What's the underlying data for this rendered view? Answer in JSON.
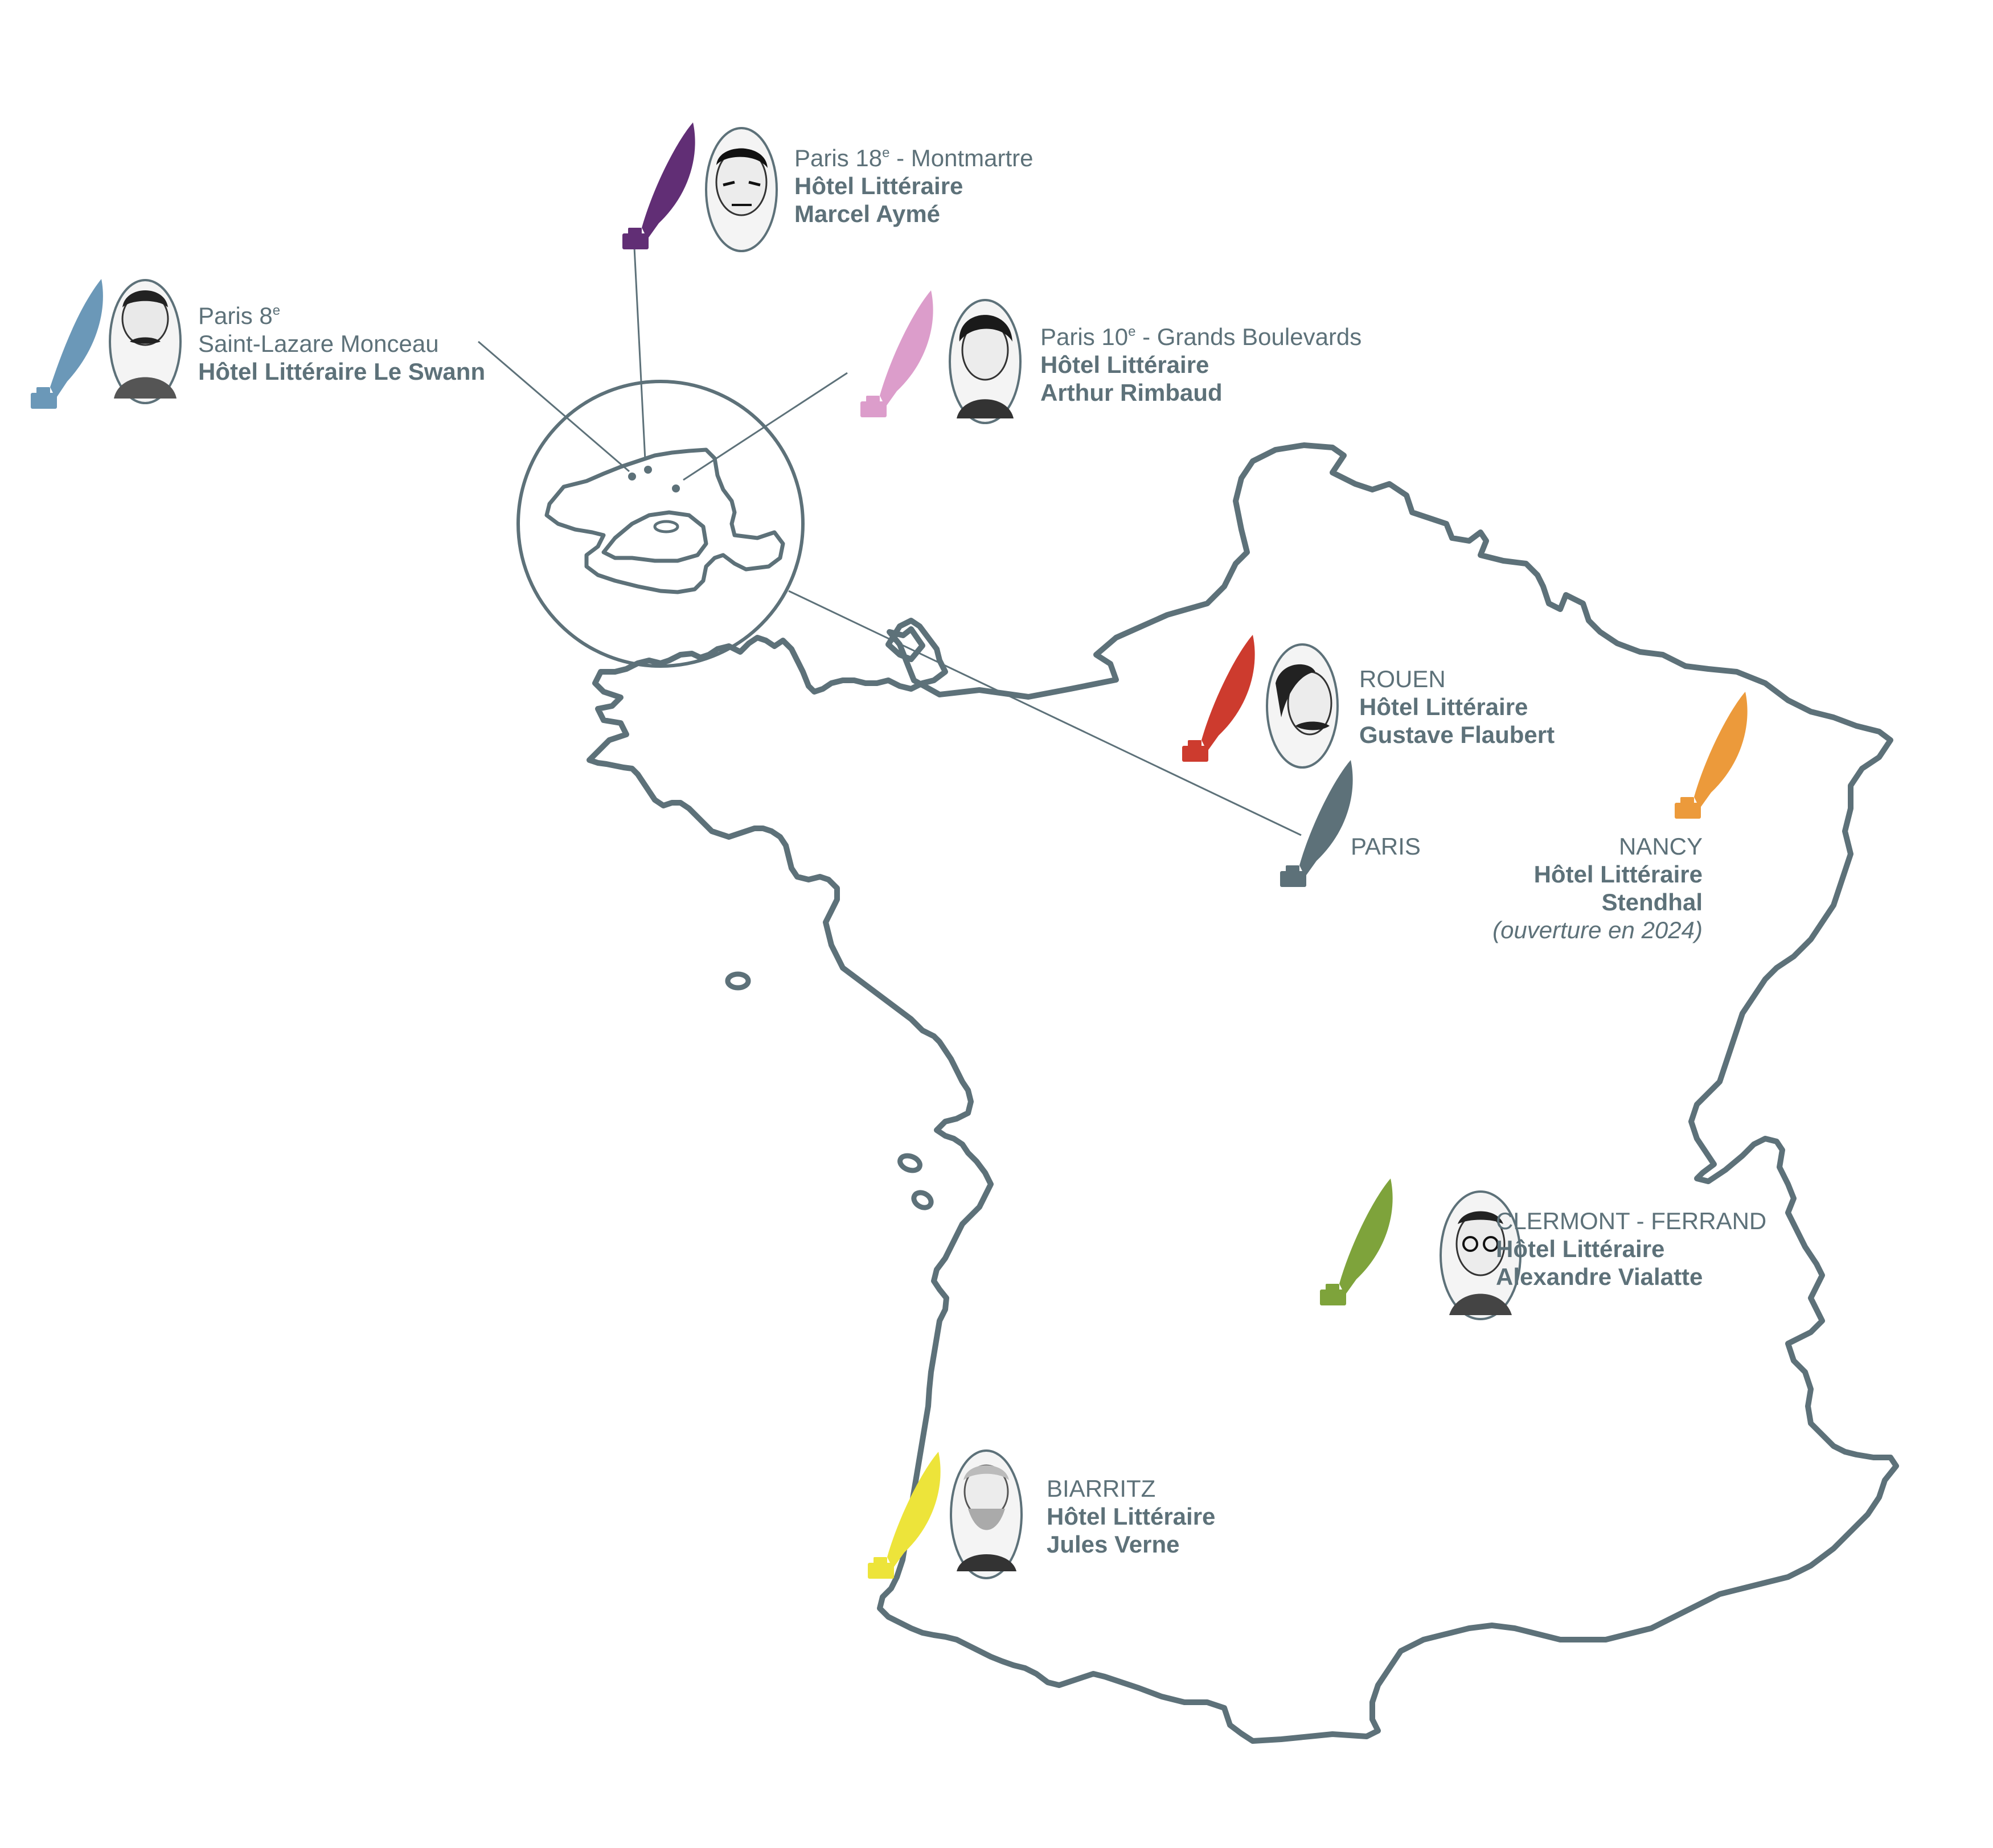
{
  "map": {
    "outline_color": "#5d7179",
    "locations": [
      {
        "id": "paris-8",
        "feather_color": "#6b98b8",
        "has_portrait": true,
        "lines": [
          "Paris 8",
          "Saint-Lazare Monceau",
          "Hôtel Littéraire Le Swann"
        ],
        "sup": "e"
      },
      {
        "id": "paris-18",
        "feather_color": "#612e75",
        "has_portrait": true,
        "lines": [
          "Paris 18",
          " - Montmartre",
          "Hôtel Littéraire",
          "Marcel Aymé"
        ],
        "sup": "e"
      },
      {
        "id": "paris-10",
        "feather_color": "#dc9dcb",
        "has_portrait": true,
        "lines": [
          "Paris 10",
          " - Grands Boulevards",
          "Hôtel Littéraire",
          "Arthur Rimbaud"
        ],
        "sup": "e"
      },
      {
        "id": "rouen",
        "feather_color": "#cd3b2e",
        "has_portrait": true,
        "lines": [
          "ROUEN",
          "Hôtel Littéraire",
          "Gustave Flaubert"
        ]
      },
      {
        "id": "paris",
        "feather_color": "#5d7179",
        "has_portrait": false,
        "lines": [
          "PARIS"
        ]
      },
      {
        "id": "nancy",
        "feather_color": "#ec9a3b",
        "has_portrait": false,
        "lines": [
          "NANCY",
          "Hôtel Littéraire",
          "Stendhal",
          "(ouverture en 2024)"
        ]
      },
      {
        "id": "clermont",
        "feather_color": "#7ea33b",
        "has_portrait": true,
        "lines": [
          "CLERMONT - FERRAND",
          "Hôtel Littéraire",
          "Alexandre Vialatte"
        ]
      },
      {
        "id": "biarritz",
        "feather_color": "#ede43a",
        "has_portrait": true,
        "lines": [
          "BIARRITZ",
          "Hôtel Littéraire",
          "Jules Verne"
        ]
      }
    ]
  }
}
